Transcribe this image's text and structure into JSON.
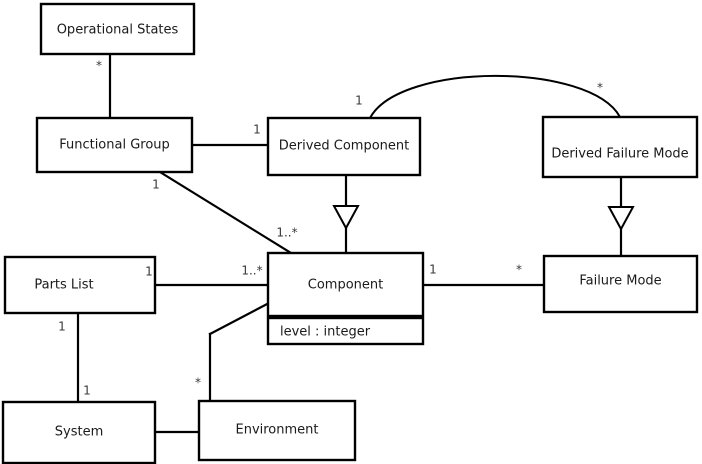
{
  "diagram": {
    "kind": "uml-class-diagram",
    "background_color": "#ffffff",
    "line_color": "#000000",
    "text_color": "#1a1a1a",
    "classes": [
      {
        "id": "operational-states",
        "name": "Operational States",
        "attributes": []
      },
      {
        "id": "functional-group",
        "name": "Functional Group",
        "attributes": []
      },
      {
        "id": "derived-component",
        "name": "Derived Component",
        "attributes": []
      },
      {
        "id": "derived-failure-mode",
        "name": "Derived Failure Mode",
        "attributes": []
      },
      {
        "id": "parts-list",
        "name": "Parts List",
        "attributes": []
      },
      {
        "id": "component",
        "name": "Component",
        "attributes": [
          "level : integer"
        ]
      },
      {
        "id": "failure-mode",
        "name": "Failure Mode",
        "attributes": []
      },
      {
        "id": "system",
        "name": "System",
        "attributes": []
      },
      {
        "id": "environment",
        "name": "Environment",
        "attributes": []
      }
    ],
    "attribute_labels": {
      "component_level": "level : integer"
    },
    "relationships": [
      {
        "id": "opstates-functionalgroup",
        "type": "association",
        "from": "operational-states",
        "to": "functional-group",
        "from_multiplicity": "*",
        "to_multiplicity": ""
      },
      {
        "id": "functionalgroup-derivedcomponent",
        "type": "association",
        "from": "functional-group",
        "to": "derived-component",
        "from_multiplicity": "",
        "to_multiplicity": "1"
      },
      {
        "id": "functionalgroup-component",
        "type": "association",
        "from": "functional-group",
        "to": "component",
        "from_multiplicity": "1",
        "to_multiplicity": "1..*"
      },
      {
        "id": "derivedcomponent-derivedfailuremode",
        "type": "association",
        "from": "derived-component",
        "to": "derived-failure-mode",
        "from_multiplicity": "1",
        "to_multiplicity": "*"
      },
      {
        "id": "derivedcomponent-component",
        "type": "generalization",
        "from": "derived-component",
        "to": "component",
        "from_multiplicity": "",
        "to_multiplicity": ""
      },
      {
        "id": "derivedfailuremode-failuremode",
        "type": "generalization",
        "from": "derived-failure-mode",
        "to": "failure-mode",
        "from_multiplicity": "",
        "to_multiplicity": ""
      },
      {
        "id": "partslist-component",
        "type": "association",
        "from": "parts-list",
        "to": "component",
        "from_multiplicity": "1",
        "to_multiplicity": "1..*"
      },
      {
        "id": "partslist-system",
        "type": "association",
        "from": "parts-list",
        "to": "system",
        "from_multiplicity": "1",
        "to_multiplicity": "1"
      },
      {
        "id": "component-failuremode",
        "type": "association",
        "from": "component",
        "to": "failure-mode",
        "from_multiplicity": "1",
        "to_multiplicity": "*"
      },
      {
        "id": "environment-component",
        "type": "association",
        "from": "environment",
        "to": "component",
        "from_multiplicity": "*",
        "to_multiplicity": ""
      },
      {
        "id": "system-environment",
        "type": "association",
        "from": "system",
        "to": "environment",
        "from_multiplicity": "",
        "to_multiplicity": ""
      }
    ],
    "multiplicity_labels": {
      "opstates_to_fg": "*",
      "fg_to_dc": "1",
      "fg_to_comp_near_fg": "1",
      "fg_to_comp_near_comp": "1..*",
      "dc_to_dfm_near_dc": "1",
      "dc_to_dfm_near_dfm": "*",
      "pl_to_comp_near_pl": "1",
      "pl_to_comp_near_comp": "1..*",
      "pl_to_sys_near_pl": "1",
      "pl_to_sys_near_sys": "1",
      "comp_to_fm_near_comp": "1",
      "comp_to_fm_near_fm": "*",
      "env_to_comp_near_env": "*"
    }
  }
}
